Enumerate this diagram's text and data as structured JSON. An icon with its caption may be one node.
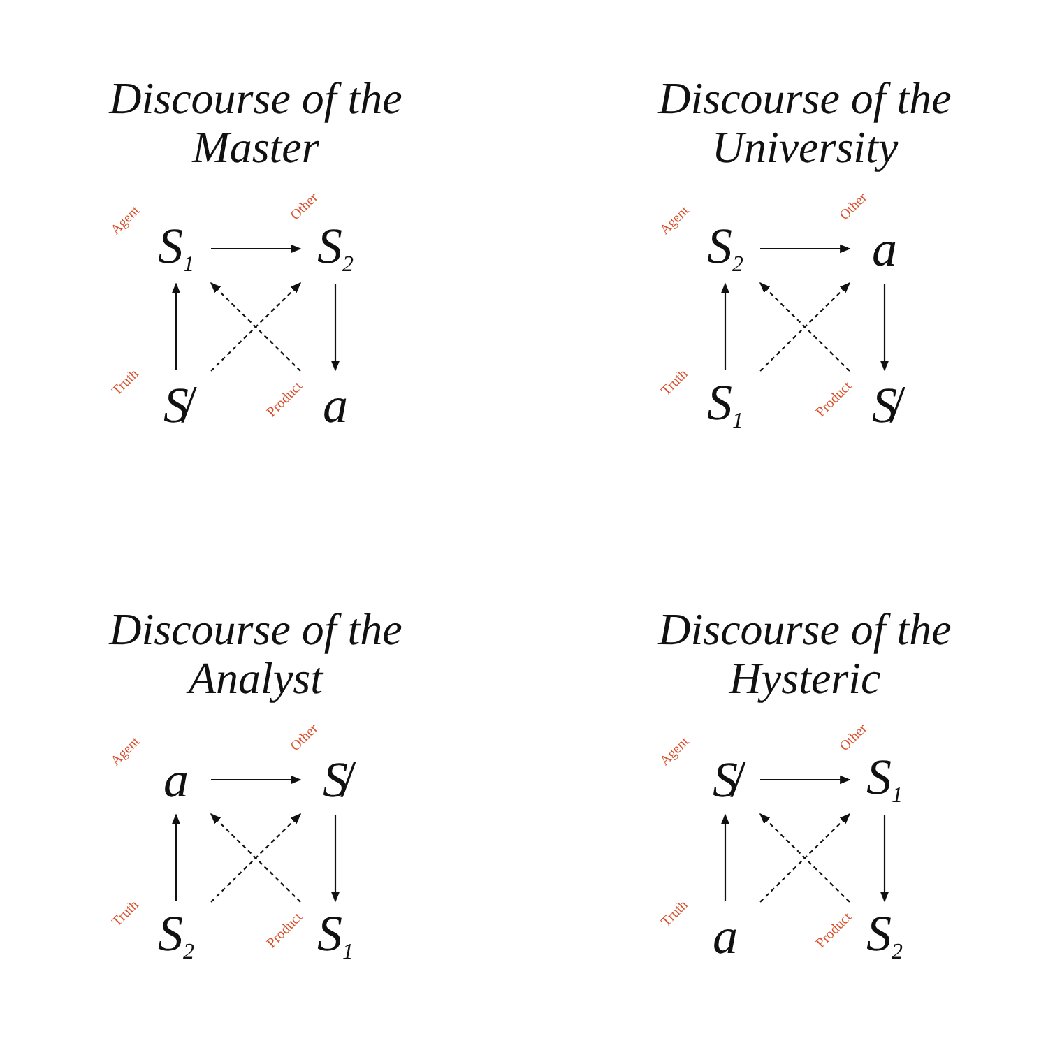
{
  "diagram": {
    "nodes": [
      {
        "text": [
          "S$_{1}$"
        ],
        "beside": [
          "Agent"
        ]
      },
      {
        "text": [
          "S$_{2}$"
        ],
        "beside": [
          "Other"
        ]
      },
      {
        "text": [
          "S̸"
        ],
        "beside": [
          "Truth"
        ]
      },
      {
        "text": [
          "a"
        ],
        "beside": [
          "Product"
        ]
      },
      {
        "text": [
          "S$_{2}$"
        ],
        "beside": [
          "Agent"
        ]
      },
      {
        "text": [
          "a"
        ],
        "beside": [
          "Other"
        ]
      },
      {
        "text": [
          "S$_{1}$"
        ],
        "beside": [
          "Truth"
        ]
      },
      {
        "text": [
          "S̸"
        ],
        "beside": [
          "Product"
        ]
      },
      {
        "text": [
          "a"
        ],
        "beside": [
          "Agent"
        ]
      },
      {
        "text": [
          "S̸"
        ],
        "beside": [
          "Other"
        ]
      },
      {
        "text": [
          "S$_{2}$"
        ],
        "beside": [
          "Truth"
        ]
      },
      {
        "text": [
          "S$_{1}$"
        ],
        "beside": [
          "Product"
        ]
      },
      {
        "text": [
          "S̸"
        ],
        "beside": [
          "Agent"
        ]
      },
      {
        "text": [
          "S$_{1}$"
        ],
        "beside": [
          "Other"
        ]
      },
      {
        "text": [
          "a"
        ],
        "beside": [
          "Truth"
        ]
      },
      {
        "text": [
          "S$_{2}$"
        ],
        "beside": [
          "Product"
        ]
      }
    ],
    "edges": [
      {
        "from": 0,
        "to": 1,
        "arrow": "to"
      },
      {
        "from": 1,
        "to": 3,
        "arrow": "to"
      },
      {
        "from": 2,
        "to": 0,
        "arrow": "to"
      },
      {
        "from": 2,
        "to": 1,
        "arrow": "to",
        "style": "dashed"
      },
      {
        "from": 3,
        "to": 0,
        "arrow": "to",
        "style": "dashed"
      },
      {
        "from": 4,
        "to": 5,
        "arrow": "to"
      },
      {
        "from": 5,
        "to": 7,
        "arrow": "to"
      },
      {
        "from": 6,
        "to": 4,
        "arrow": "to"
      },
      {
        "from": 6,
        "to": 5,
        "arrow": "to",
        "style": "dashed"
      },
      {
        "from": 7,
        "to": 4,
        "arrow": "to",
        "style": "dashed"
      },
      {
        "from": 8,
        "to": 9,
        "arrow": "to"
      },
      {
        "from": 9,
        "to": 11,
        "arrow": "to"
      },
      {
        "from": 10,
        "to": 8,
        "arrow": "to"
      },
      {
        "from": 10,
        "to": 9,
        "arrow": "to",
        "style": "dashed"
      },
      {
        "from": 11,
        "to": 8,
        "arrow": "to",
        "style": "dashed"
      },
      {
        "from": 12,
        "to": 13,
        "arrow": "to"
      },
      {
        "from": 13,
        "to": 15,
        "arrow": "to"
      },
      {
        "from": 14,
        "to": 12,
        "arrow": "to"
      },
      {
        "from": 14,
        "to": 13,
        "arrow": "to",
        "style": "dashed"
      },
      {
        "from": 15,
        "to": 12,
        "arrow": "to",
        "style": "dashed"
      }
    ],
    "labels": [
      "Discourse of the Master",
      "Discourse of the University",
      "Discourse of the Analyst",
      "Discourse of the Hysteric"
    ]
  }
}
